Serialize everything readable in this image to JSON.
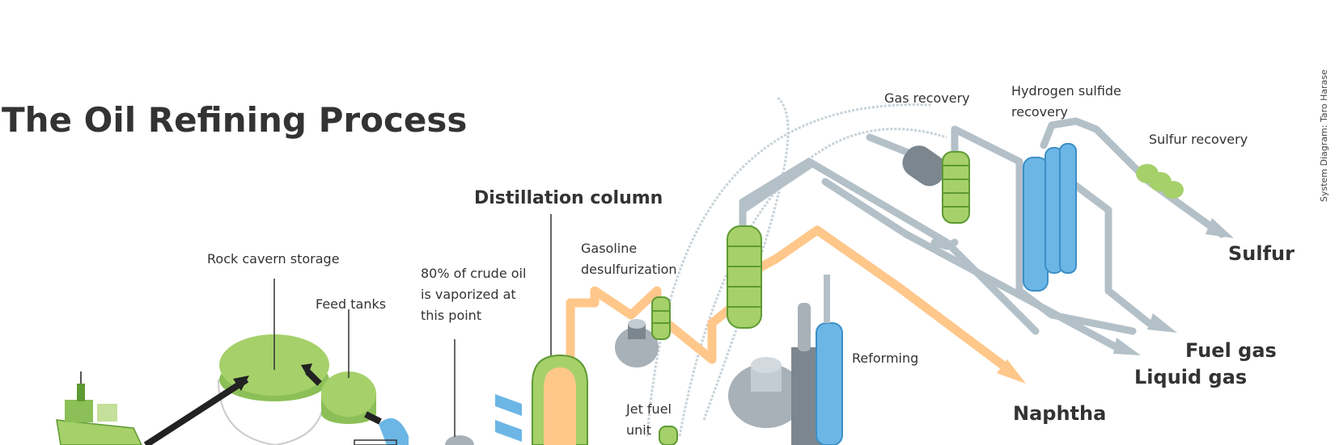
{
  "title": "The Oil Refining Process",
  "credit": "System Diagram: Taro Harase",
  "colors": {
    "green": "#a6d06a",
    "green_dark": "#5e9a33",
    "blue": "#6cb6e6",
    "blue_dark": "#3b8fc7",
    "gray": "#a8b1b8",
    "gray_dark": "#7c868e",
    "orange": "#ffc78a",
    "pipe_gray": "#b4c0c8",
    "text": "#333333"
  },
  "labels": {
    "rock_cavern_storage": "Rock cavern storage",
    "feed_tanks": "Feed tanks",
    "crude_vaporized": [
      "80% of crude oil",
      "is vaporized at",
      "this point"
    ],
    "distillation_column": "Distillation column",
    "gasoline_desulfurization": [
      "Gasoline",
      "desulfurization"
    ],
    "jet_fuel_unit": [
      "Jet fuel",
      "unit"
    ],
    "reforming": "Reforming",
    "gas_recovery": "Gas recovery",
    "hydrogen_sulfide_recovery": [
      "Hydrogen sulfide",
      "recovery"
    ],
    "sulfur_recovery": "Sulfur recovery"
  },
  "products": {
    "sulfur": "Sulfur",
    "fuel_gas": "Fuel gas",
    "liquid_gas": "Liquid gas",
    "naphtha": "Naphtha"
  }
}
